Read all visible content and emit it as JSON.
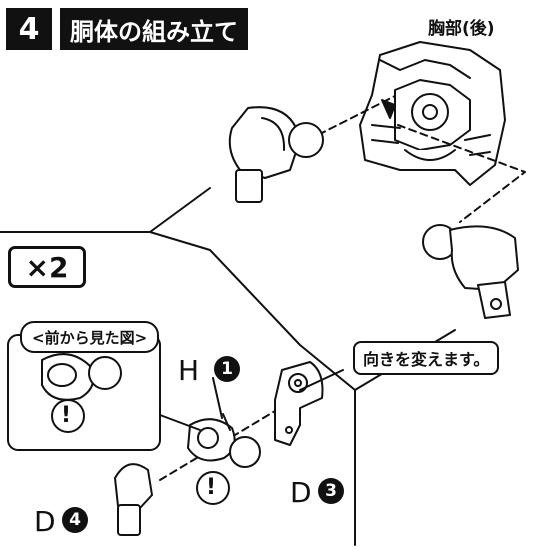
{
  "step": {
    "number": "4",
    "title": "胴体の組み立て"
  },
  "labels": {
    "chest_back": "胸部(後)",
    "quantity": "×2",
    "front_view": "<前から見た図>",
    "change_direction": "向きを変えます。"
  },
  "part_refs": {
    "h": {
      "letter": "H",
      "number": "1"
    },
    "d3": {
      "letter": "D",
      "number": "3"
    },
    "d4": {
      "letter": "D",
      "number": "4"
    }
  },
  "caution_mark": "!"
}
